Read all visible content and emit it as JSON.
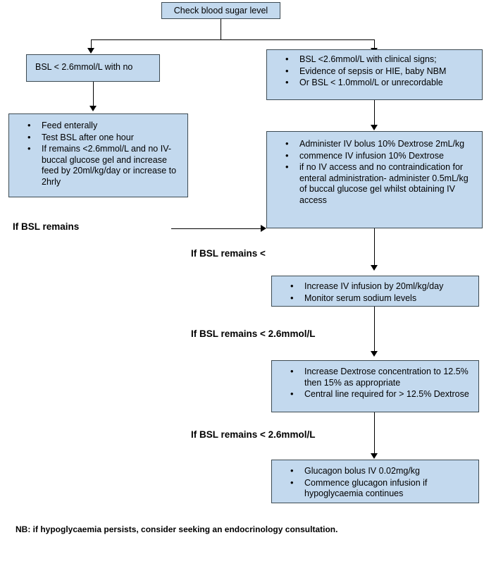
{
  "document": {
    "title": "Neonatal hypoglycaemia management flowchart"
  },
  "nodes": {
    "start": {
      "text": "Check blood sugar level"
    },
    "left_criteria": {
      "text": "BSL < 2.6mmol/L with no"
    },
    "right_criteria": {
      "items": [
        "BSL <2.6mmol/L with clinical signs;",
        "Evidence of sepsis or HIE, baby NBM",
        "Or BSL < 1.0mmol/L or unrecordable"
      ]
    },
    "enteral_feed": {
      "items": [
        "Feed enterally",
        "Test BSL after one hour",
        "If remains <2.6mmol/L and no IV- buccal glucose gel and increase feed by 20ml/kg/day or increase to 2hrly"
      ]
    },
    "iv_bolus": {
      "items": [
        "Administer IV bolus 10% Dextrose 2mL/kg",
        "commence IV infusion 10% Dextrose",
        "if no IV access and no contraindication for enteral administration- administer 0.5mL/kg of buccal glucose gel whilst obtaining IV access"
      ]
    },
    "increase_infusion": {
      "items": [
        "Increase IV infusion by 20ml/kg/day",
        "Monitor serum sodium levels"
      ]
    },
    "increase_dextrose": {
      "items": [
        "Increase Dextrose concentration to 12.5% then 15% as appropriate",
        "Central line required for > 12.5% Dextrose"
      ]
    },
    "glucagon": {
      "items": [
        "Glucagon bolus IV 0.02mg/kg",
        "Commence glucagon infusion if hypoglycaemia continues"
      ]
    }
  },
  "labels": {
    "remains_1": "If BSL remains",
    "remains_2": "If BSL remains <",
    "remains_3": "If BSL remains < 2.6mmol/L",
    "remains_4": "If BSL remains < 2.6mmol/L"
  },
  "footer": {
    "note": "NB: if hypoglycaemia persists, consider seeking an endocrinology consultation."
  },
  "colors": {
    "box_fill": "#c3d9ee",
    "box_border": "#3c4a52",
    "connector": "#000000",
    "background": "#ffffff",
    "text": "#000000"
  }
}
